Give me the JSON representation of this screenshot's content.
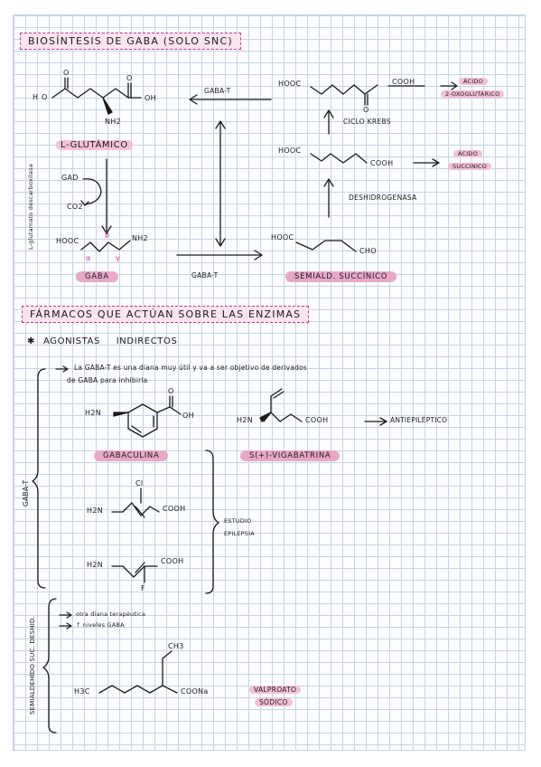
{
  "section1": {
    "title": "BIOSÍNTESIS DE GABA (SOLO SNC)",
    "glutamic_labels": {
      "h": "H",
      "o_left": "O",
      "o_top": "O",
      "oh": "OH",
      "nh2": "NH2"
    },
    "l_glutamic": "L-GLUTÁMICO",
    "side_label": "L-glutamato descarboxilasa",
    "gad": "GAD",
    "co2": "CO2",
    "gaba_labels": {
      "hooc": "HOOC",
      "nh2": "NH2",
      "alpha": "α",
      "beta": "β",
      "gamma": "γ"
    },
    "gaba": "GABA",
    "gaba_t_top": "GABA-T",
    "gaba_t_bottom": "GABA-T",
    "alpha_keto_labels": {
      "hooc": "HOOC",
      "o": "O",
      "cooh": "COOH"
    },
    "acido_2oxo": [
      "ÁCIDO",
      "2-OXOGLUTÁRICO"
    ],
    "ciclo_krebs": "CICLO KREBS",
    "succinic_labels": {
      "hooc": "HOOC",
      "cooh": "COOH"
    },
    "acido_succinico": [
      "ÁCIDO",
      "SUCCÍNICO"
    ],
    "deshidrogenasa": "DESHIDROGENASA",
    "semi_labels": {
      "hooc": "HOOC",
      "cho": "CHO"
    },
    "semialdehido": "SEMIALD. SUCCÍNICO"
  },
  "section2": {
    "title": "FÁRMACOS QUE ACTÚAN SOBRE LAS ENZIMAS",
    "agonistas": "AGONISTAS INDIRECTOS",
    "bullet": "✱",
    "note_line1": "La GABA-T es una diana muy útil y va a ser objetivo de derivados",
    "note_line2": "de GABA para inhibirla",
    "bracket_gaba_t": "GABA-T",
    "gabaculina_labels": {
      "h2n": "H2N",
      "oh": "OH",
      "o": "O"
    },
    "gabaculina": "GABACULINA",
    "vigabatrina_labels": {
      "h2n": "H2N",
      "cooh": "COOH"
    },
    "vigabatrina": "S(+)-VIGABATRINA",
    "antiepileptico": "ANTIEPILÉPTICO",
    "cl_labels": {
      "h2n": "H2N",
      "cl": "Cl",
      "cooh": "COOH"
    },
    "f_labels": {
      "h2n": "H2N",
      "f": "F",
      "cooh": "COOH"
    },
    "estudio": [
      "ESTUDIO",
      "EPILEPSIA"
    ],
    "bracket_semi": "SEMIALDEHÍDO SUC. DESHID.",
    "diana_line1": "otra diana terapéutica",
    "diana_line2": "↑ niveles GABA",
    "valproato_labels": {
      "h3c": "H3C",
      "ch3": "CH3",
      "coona": "COONa"
    },
    "valproato": [
      "VALPROATO",
      "SÓDICO"
    ]
  },
  "colors": {
    "accent_pink": "#c23b8a",
    "highlight": "#f6bfd8",
    "grid": "#c6d3e6"
  }
}
